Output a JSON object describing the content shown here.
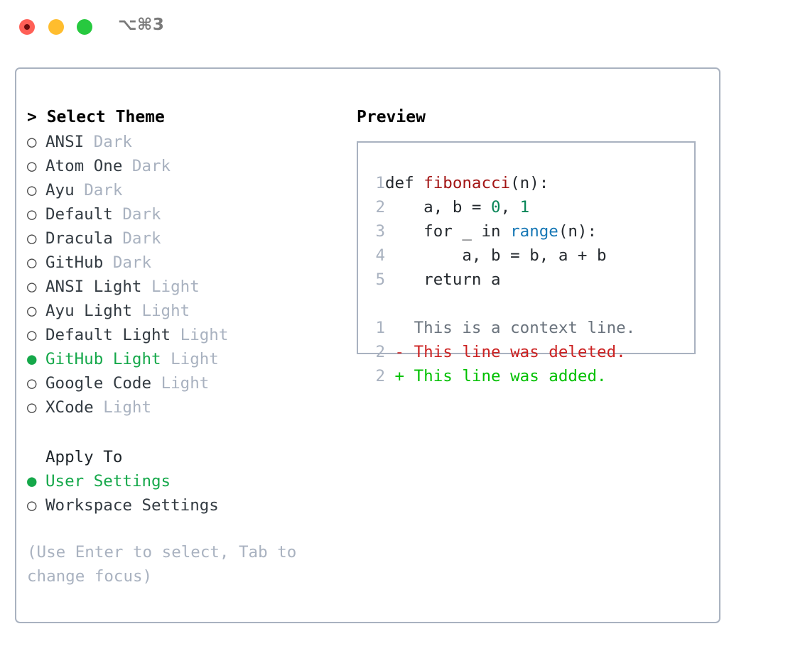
{
  "window": {
    "title": "⌥⌘3",
    "traffic_lights": [
      "close",
      "minimize",
      "maximize"
    ]
  },
  "theme_panel": {
    "header": "> Select Theme",
    "items": [
      {
        "bullet": "○",
        "name": "ANSI",
        "kind": "Dark",
        "selected": false
      },
      {
        "bullet": "○",
        "name": "Atom One",
        "kind": "Dark",
        "selected": false
      },
      {
        "bullet": "○",
        "name": "Ayu",
        "kind": "Dark",
        "selected": false
      },
      {
        "bullet": "○",
        "name": "Default",
        "kind": "Dark",
        "selected": false
      },
      {
        "bullet": "○",
        "name": "Dracula",
        "kind": "Dark",
        "selected": false
      },
      {
        "bullet": "○",
        "name": "GitHub",
        "kind": "Dark",
        "selected": false
      },
      {
        "bullet": "○",
        "name": "ANSI Light",
        "kind": "Light",
        "selected": false
      },
      {
        "bullet": "○",
        "name": "Ayu Light",
        "kind": "Light",
        "selected": false
      },
      {
        "bullet": "○",
        "name": "Default Light",
        "kind": "Light",
        "selected": false
      },
      {
        "bullet": "●",
        "name": "GitHub Light",
        "kind": "Light",
        "selected": true
      },
      {
        "bullet": "○",
        "name": "Google Code",
        "kind": "Light",
        "selected": false
      },
      {
        "bullet": "○",
        "name": "XCode",
        "kind": "Light",
        "selected": false
      }
    ]
  },
  "apply_to": {
    "label": "Apply To",
    "options": [
      {
        "bullet": "●",
        "name": "User Settings",
        "selected": true
      },
      {
        "bullet": "○",
        "name": "Workspace Settings",
        "selected": false
      }
    ]
  },
  "hint": "(Use Enter to select, Tab to change focus)",
  "preview": {
    "header": "Preview",
    "code_lines": [
      {
        "num": "1",
        "tokens": [
          {
            "t": "def ",
            "c": "tok-def"
          },
          {
            "t": "fibonacci",
            "c": "tok-fn"
          },
          {
            "t": "(n):",
            "c": "tok-plain"
          }
        ]
      },
      {
        "num": "2",
        "tokens": [
          {
            "t": "    a, b = ",
            "c": "tok-plain"
          },
          {
            "t": "0",
            "c": "tok-num"
          },
          {
            "t": ", ",
            "c": "tok-plain"
          },
          {
            "t": "1",
            "c": "tok-num"
          }
        ]
      },
      {
        "num": "3",
        "tokens": [
          {
            "t": "    for _ in ",
            "c": "tok-plain"
          },
          {
            "t": "range",
            "c": "tok-kw"
          },
          {
            "t": "(n):",
            "c": "tok-plain"
          }
        ]
      },
      {
        "num": "4",
        "tokens": [
          {
            "t": "        a, b = b, a + b",
            "c": "tok-plain"
          }
        ]
      },
      {
        "num": "5",
        "tokens": [
          {
            "t": "    return a",
            "c": "tok-plain"
          }
        ]
      }
    ],
    "diff_lines": [
      {
        "num": "1",
        "marker": "  ",
        "text": "This is a context line.",
        "cls": "diff-ctx"
      },
      {
        "num": "2",
        "marker": "- ",
        "text": "This line was deleted.",
        "cls": "diff-del"
      },
      {
        "num": "2",
        "marker": "+ ",
        "text": "This line was added.",
        "cls": "diff-add"
      }
    ]
  },
  "colors": {
    "accent_green": "#15a84a",
    "border": "#a9b2c0",
    "muted": "#a9b2c0",
    "text": "#333b42",
    "diff_add": "#00c000",
    "diff_del": "#cc2222",
    "code_fn": "#a31515",
    "code_num": "#098658",
    "code_kw": "#1677b5"
  }
}
